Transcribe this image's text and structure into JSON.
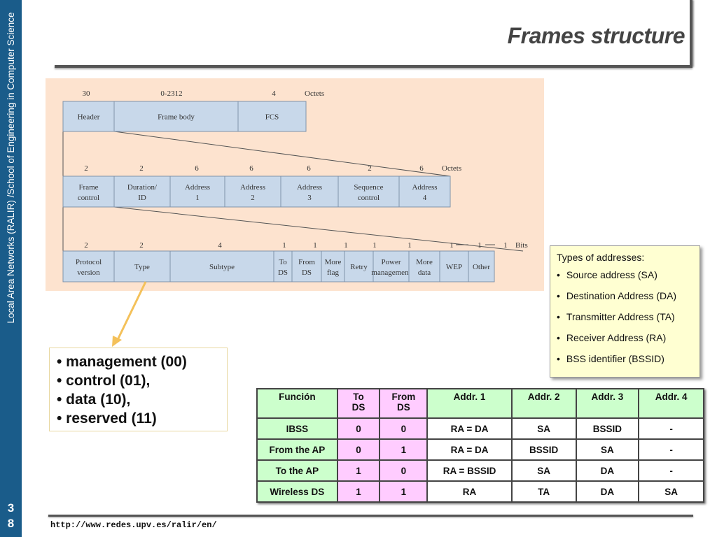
{
  "sidebar": {
    "text": "Local Area Networks (RALIR) /School of Engineering in Computer Science",
    "page_num": [
      "3",
      "8"
    ]
  },
  "title": "Frames structure",
  "figure": {
    "row1": {
      "sizes": [
        "30",
        "0-2312",
        "4"
      ],
      "unit": "Octets",
      "fields": [
        "Header",
        "Frame body",
        "FCS"
      ]
    },
    "row2": {
      "sizes": [
        "2",
        "2",
        "6",
        "6",
        "6",
        "2",
        "6"
      ],
      "unit": "Octets",
      "fields": [
        [
          "Frame",
          "control"
        ],
        [
          "Duration/",
          "ID"
        ],
        [
          "Address",
          "1"
        ],
        [
          "Address",
          "2"
        ],
        [
          "Address",
          "3"
        ],
        [
          "Sequence",
          "control"
        ],
        [
          "Address",
          "4"
        ]
      ]
    },
    "row3": {
      "sizes": [
        "2",
        "2",
        "4",
        "1",
        "1",
        "1",
        "1",
        "1",
        "1",
        "1",
        "1"
      ],
      "unit": "Bits",
      "fields": [
        [
          "Protocol",
          "version"
        ],
        [
          "Type"
        ],
        [
          "Subtype"
        ],
        [
          "To",
          "DS"
        ],
        [
          "From",
          "DS"
        ],
        [
          "More",
          "flag"
        ],
        [
          "Retry"
        ],
        [
          "Power",
          "management"
        ],
        [
          "More",
          "data"
        ],
        [
          "WEP"
        ],
        [
          "Other"
        ]
      ]
    },
    "colors": {
      "box_fill": "#c8d8ea",
      "box_stroke": "#7f93aa",
      "background": "#fde3cf",
      "arrow": "#f4c15a"
    }
  },
  "type_values": [
    "• management (00)",
    "• control (01),",
    "• data (10),",
    "• reserved (11)"
  ],
  "addresses": {
    "title": "Types of addresses:",
    "items": [
      "Source address (SA)",
      "Destination Address (DA)",
      "Transmitter Address (TA)",
      "Receiver Address (RA)",
      "BSS identifier (BSSID)"
    ]
  },
  "table": {
    "headers": [
      [
        "Función"
      ],
      [
        "To",
        "DS"
      ],
      [
        "From",
        "DS"
      ],
      [
        "Addr. 1"
      ],
      [
        "Addr. 2"
      ],
      [
        "Addr. 3"
      ],
      [
        "Addr. 4"
      ]
    ],
    "rows": [
      [
        "IBSS",
        "0",
        "0",
        "RA = DA",
        "SA",
        "BSSID",
        "-"
      ],
      [
        "From the AP",
        "0",
        "1",
        "RA = DA",
        "BSSID",
        "SA",
        "-"
      ],
      [
        "To the AP",
        "1",
        "0",
        "RA = BSSID",
        "SA",
        "DA",
        "-"
      ],
      [
        "Wireless DS",
        "1",
        "1",
        "RA",
        "TA",
        "DA",
        "SA"
      ]
    ],
    "colors": {
      "green": "#ccffcc",
      "pink": "#ffccff"
    }
  },
  "footer": "http://www.redes.upv.es/ralir/en/"
}
